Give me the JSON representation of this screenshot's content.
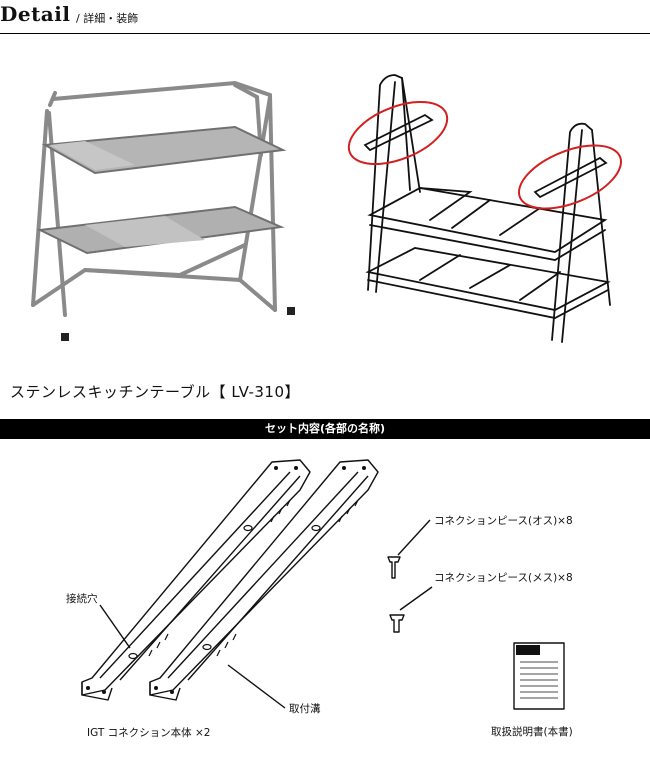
{
  "header": {
    "title": "Detail",
    "subtitle": "/ 詳細・装飾"
  },
  "product": {
    "name": "ステンレスキッチンテーブル【 LV-310】"
  },
  "set_contents": {
    "banner": "セット内容(各部の名称)",
    "labels": {
      "connection_hole": "接続穴",
      "mounting_groove": "取付溝",
      "igt_connection_body": "IGT コネクション本体 ×2",
      "connection_piece_male": "コネクションピース(オス)×8",
      "connection_piece_female": "コネクションピース(メス)×8",
      "manual": "取扱説明書(本書)"
    }
  },
  "colors": {
    "highlight_circle": "#d22020",
    "banner_bg": "#000000",
    "steel": "#8a8a8a"
  }
}
